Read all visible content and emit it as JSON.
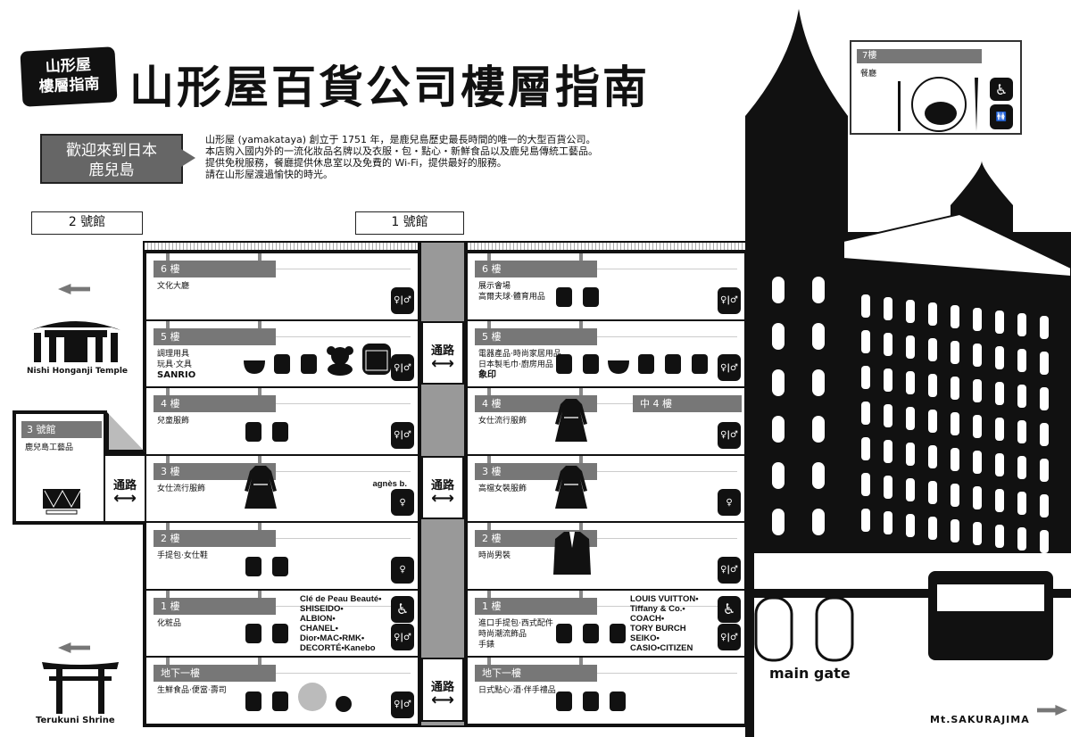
{
  "header": {
    "badge_line1": "山形屋",
    "badge_line2": "樓層指南",
    "title": "山形屋百貨公司樓層指南"
  },
  "welcome": {
    "line1": "歡迎來到日本",
    "line2": "鹿兒島"
  },
  "intro": [
    "山形屋 (yamakataya) 創立于 1751 年，是鹿兒島歷史最長時間的唯一的大型百貨公司。",
    "本店购入國内外的一流化妝品名牌以及衣服・包・點心・新鮮食品以及鹿兒島傳統工藝品。",
    "提供免稅服務，餐廳提供休息室以及免費的 Wi-Fi，提供最好的服務。",
    "請在山形屋渡過愉快的時光。"
  ],
  "colors": {
    "label_gray": "#777777",
    "ink": "#111111",
    "passage_gray": "#999999"
  },
  "passage_label": "通路",
  "building2": {
    "label": "2 號館",
    "floors": [
      {
        "label": "6 樓",
        "lines": [
          "文化大廳"
        ],
        "restroom": "both",
        "icons": []
      },
      {
        "label": "5 樓",
        "lines": [
          "調理用具",
          "玩具·文具"
        ],
        "bold": "SANRIO",
        "restroom": "both",
        "icons": [
          "bowl-icon",
          "chopsticks-icon",
          "fountain-pen-icon",
          "teddy-bear-icon",
          "school-bag-icon"
        ]
      },
      {
        "label": "4 樓",
        "lines": [
          "兒童服飾"
        ],
        "restroom": "both",
        "icons": [
          "baby-bottle-icon",
          "baby-clothes-icon"
        ]
      },
      {
        "label": "3 樓",
        "lines": [
          "女仕流行服飾"
        ],
        "brands": [
          "agnès b."
        ],
        "restroom": "female",
        "icons": [
          "dress-icon"
        ]
      },
      {
        "label": "2 樓",
        "lines": [
          "手提包·女仕鞋"
        ],
        "restroom": "female",
        "icons": [
          "high-heel-icon",
          "handbag-icon"
        ]
      },
      {
        "label": "1 樓",
        "lines": [
          "化粧品"
        ],
        "brands": [
          "Clé de Peau Beauté•",
          "SHISEIDO•",
          "ALBION•",
          "CHANEL•",
          "Dior•MAC•RMK•",
          "DECORTÉ•Kanebo"
        ],
        "restroom": "both",
        "accessible": true,
        "icons": [
          "compact-icon",
          "lipstick-icon"
        ]
      },
      {
        "label": "地下一樓",
        "lines": [
          "生鮮食品·便當·壽司"
        ],
        "restroom": "both",
        "icons": [
          "sushi-icon",
          "bento-icon",
          "melon-icon",
          "apple-icon"
        ]
      }
    ]
  },
  "building1": {
    "label": "1 號館",
    "floors": [
      {
        "label": "6 樓",
        "lines": [
          "展示會場",
          "高爾夫球·體育用品"
        ],
        "restroom": "both",
        "icons": [
          "golf-icon",
          "sneaker-icon"
        ]
      },
      {
        "label": "5 樓",
        "lines": [
          "電器產品·時尚家居用品",
          "日本製毛巾·廚房用品"
        ],
        "bold": "象印",
        "restroom": "both",
        "icons": [
          "thermos-icon",
          "rice-cooker-icon",
          "bowl-icon",
          "vacuum-icon",
          "knife-icon",
          "currency-exchange-icon"
        ]
      },
      {
        "label": "4 樓",
        "lines": [
          "女仕流行服飾"
        ],
        "extra_label": "中 4 樓",
        "restroom": "both",
        "icons": [
          "dress-icon"
        ]
      },
      {
        "label": "3 樓",
        "lines": [
          "高檔女裝服飾"
        ],
        "restroom": "female",
        "icons": [
          "dress-icon"
        ]
      },
      {
        "label": "2 樓",
        "lines": [
          "時尚男裝"
        ],
        "restroom": "both",
        "icons": [
          "suit-icon"
        ]
      },
      {
        "label": "1 樓",
        "lines": [
          "進口手提包·西式配件",
          "時尚潮流飾品",
          "手錶"
        ],
        "brands": [
          "LOUIS VUITTON•",
          "Tiffany & Co.•",
          "COACH•",
          "TORY BURCH",
          "SEIKO•",
          "CASIO•CITIZEN"
        ],
        "restroom": "both",
        "accessible": true,
        "icons": [
          "socks-icon",
          "wallet-icon",
          "watch-icon"
        ]
      },
      {
        "label": "地下一樓",
        "lines": [
          "日式點心·酒·伴手禮品"
        ],
        "icons": [
          "cake-icon",
          "sake-bottle-icon",
          "gift-box-icon"
        ]
      }
    ]
  },
  "building3": {
    "label": "3 號館",
    "lines": [
      "鹿兒島工藝品"
    ]
  },
  "restaurant": {
    "label": "7樓",
    "lines": [
      "餐廳"
    ]
  },
  "landmarks": {
    "temple": "Nishi Honganji Temple",
    "shrine": "Terukuni Shrine",
    "main_gate": "main gate",
    "mountain": "Mt.SAKURAJIMA"
  }
}
